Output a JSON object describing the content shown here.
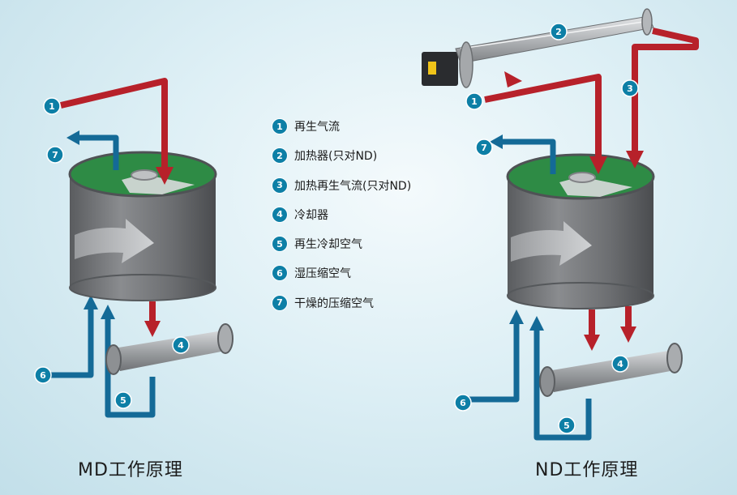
{
  "legend": [
    {
      "num": "1",
      "label": "再生气流"
    },
    {
      "num": "2",
      "label": "加热器(只对ND)"
    },
    {
      "num": "3",
      "label": "加热再生气流(只对ND)"
    },
    {
      "num": "4",
      "label": "冷却器"
    },
    {
      "num": "5",
      "label": "再生冷却空气"
    },
    {
      "num": "6",
      "label": "湿压缩空气"
    },
    {
      "num": "7",
      "label": "干燥的压缩空气"
    }
  ],
  "captions": {
    "md": "MD工作原理",
    "nd": "ND工作原理"
  },
  "colors": {
    "regeneration_red": "#b7212a",
    "compressed_air_blue": "#146a97",
    "badge_teal": "#0d7fa6",
    "cylinder_gray": "#6f7174",
    "top_green": "#2e8b45"
  }
}
